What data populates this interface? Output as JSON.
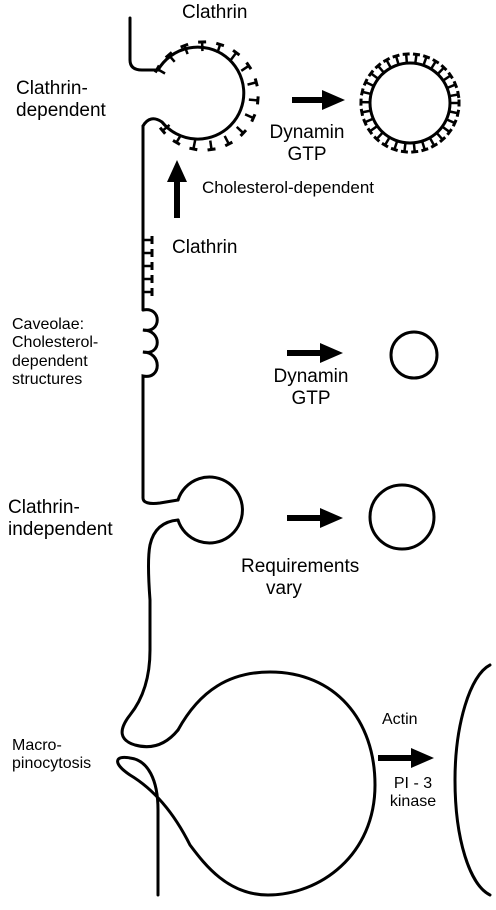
{
  "colors": {
    "ink": "#000000",
    "background": "#ffffff"
  },
  "labels": {
    "clathrin_top": "Clathrin",
    "clathrin_dependent_line1": "Clathrin-",
    "clathrin_dependent_line2": "dependent",
    "dynamin_gtp_1_line1": "Dynamin",
    "dynamin_gtp_1_line2": "GTP",
    "cholesterol_dependent": "Cholesterol-dependent",
    "clathrin_mid": "Clathrin",
    "caveolae_line1": "Caveolae:",
    "caveolae_line2": "Cholesterol-",
    "caveolae_line3": "dependent",
    "caveolae_line4": "structures",
    "dynamin_gtp_2_line1": "Dynamin",
    "dynamin_gtp_2_line2": "GTP",
    "clathrin_independent_line1": "Clathrin-",
    "clathrin_independent_line2": "independent",
    "requirements_line1": "Requirements",
    "requirements_line2": "vary",
    "macropinocytosis_line1": "Macro-",
    "macropinocytosis_line2": "pinocytosis",
    "actin": "Actin",
    "pi3_line1": "PI - 3",
    "pi3_line2": "kinase"
  }
}
